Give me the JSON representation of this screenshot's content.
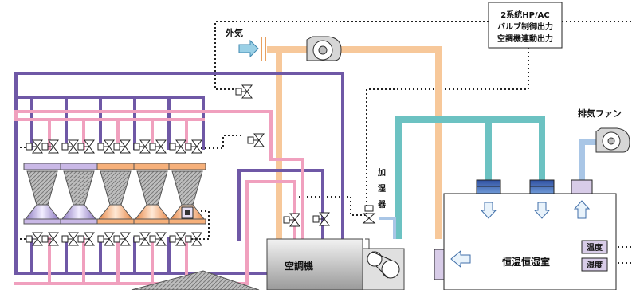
{
  "labels": {
    "outside_air": "外気",
    "control_output_line1": "2系統HP/AC",
    "control_output_line2": "バルブ制御出力",
    "control_output_line3": "空調機連動出力",
    "exhaust_fan": "排気ファン",
    "humidifier_char1": "加",
    "humidifier_char2": "湿",
    "humidifier_char3": "器",
    "air_handler": "空調機",
    "chamber": "恒温恒湿室",
    "temp_sensor": "温度",
    "humidity_sensor": "湿度"
  },
  "colors": {
    "purple_pipe": "#6f58a6",
    "pink_pipe": "#f0a0be",
    "orange_duct": "#f7c89a",
    "teal_duct": "#6cc2c2",
    "blue_duct": "#a9c6e6",
    "signal_line": "#222222",
    "unit_purple": "#c9b8e6",
    "unit_orange": "#f6b07a",
    "sensor_box": "#d8cce8",
    "diffuser": "#3e68b0"
  },
  "icons": [
    "outside-air-arrow-icon",
    "blower-fan-icon",
    "exhaust-fan-icon",
    "two-way-valve-icon",
    "supply-arrow-down-icon",
    "return-arrow-up-icon",
    "return-arrow-left-icon",
    "belt-drive-icon"
  ]
}
